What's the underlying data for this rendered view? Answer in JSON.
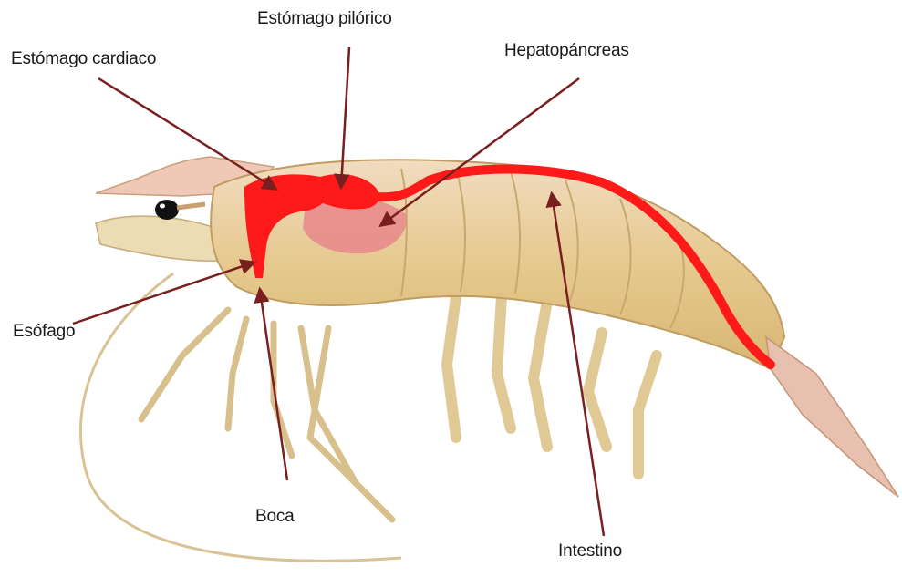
{
  "labels": {
    "pyloric_stomach": "Estómago pilórico",
    "cardiac_stomach": "Estómago cardiaco",
    "hepatopancreas": "Hepatopáncreas",
    "esophagus": "Esófago",
    "mouth": "Boca",
    "intestine": "Intestino"
  },
  "colors": {
    "digestive_tract": "#ff1a1a",
    "hepatopancreas": "#e88c8c",
    "body": "#e8d3a0",
    "leader_line": "#7a1f1f"
  },
  "icons": [
    "shrimp-illustration",
    "eye-icon"
  ]
}
